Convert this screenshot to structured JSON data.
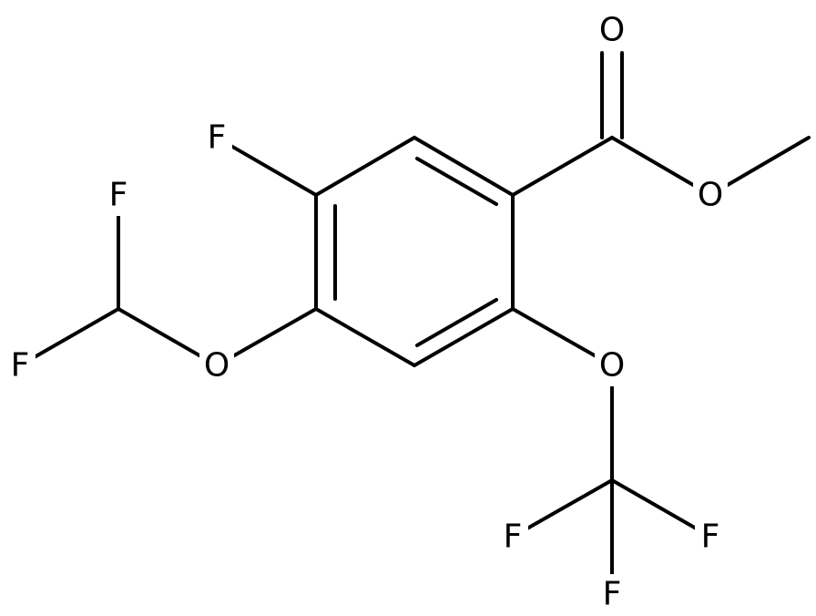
{
  "molecule": {
    "atoms": {
      "o_carbonyl": "O",
      "o_ester": "O",
      "f_ring": "F",
      "f_chf2_top": "F",
      "f_chf2_left": "F",
      "o_difluoromethoxy": "O",
      "o_trifluoromethoxy": "O",
      "f_cf3_left": "F",
      "f_cf3_right": "F",
      "f_cf3_bottom": "F"
    }
  },
  "colors": {
    "bond": "#000000",
    "label": "#000000",
    "background": "#ffffff"
  }
}
